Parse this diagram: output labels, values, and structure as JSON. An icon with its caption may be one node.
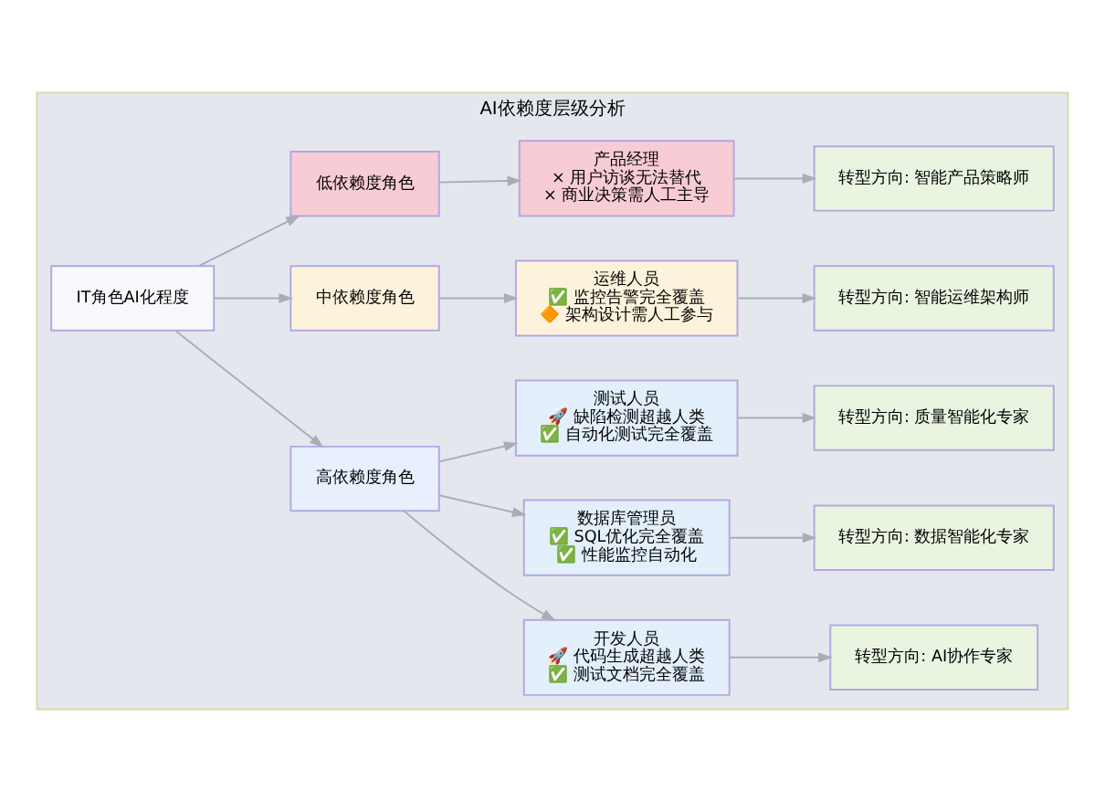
{
  "diagram": {
    "nodes": [
      {
        "text": [
          "AI依赖度层级分析"
        ]
      },
      {
        "text": [
          "IT角色AI化程度"
        ],
        "in": 0
      },
      {
        "text": [
          "高依赖度角色"
        ],
        "in": 0
      },
      {
        "text": [
          "中依赖度角色"
        ],
        "in": 0
      },
      {
        "text": [
          "低依赖度角色"
        ],
        "in": 0
      },
      {
        "text": [
          "开发人员",
          "🚀 代码生成超越人类",
          "✅ 测试文档完全覆盖"
        ],
        "in": 0
      },
      {
        "text": [
          "数据库管理员",
          "✅ SQL优化完全覆盖",
          "✅ 性能监控自动化"
        ],
        "in": 0
      },
      {
        "text": [
          "测试人员",
          "🚀 缺陷检测超越人类",
          "✅ 自动化测试完全覆盖"
        ],
        "in": 0
      },
      {
        "text": [
          "运维人员",
          "✅ 监控告警完全覆盖",
          "🔶 架构设计需人工参与"
        ],
        "in": 0
      },
      {
        "text": [
          "产品经理",
          "× 用户访谈无法替代",
          "× 商业决策需人工主导"
        ],
        "in": 0
      },
      {
        "text": [
          "转型方向: AI协作专家"
        ],
        "in": 0
      },
      {
        "text": [
          "转型方向: 数据智能化专家"
        ],
        "in": 0
      },
      {
        "text": [
          "转型方向: 质量智能化专家"
        ],
        "in": 0
      },
      {
        "text": [
          "转型方向: 智能运维架构师"
        ],
        "in": 0
      },
      {
        "text": [
          "转型方向: 智能产品策略师"
        ],
        "in": 0
      }
    ],
    "edges": [
      {
        "from": 1,
        "to": 2,
        "arrow": "to"
      },
      {
        "from": 1,
        "to": 3,
        "arrow": "to"
      },
      {
        "from": 1,
        "to": 4,
        "arrow": "to"
      },
      {
        "from": 2,
        "to": 5,
        "arrow": "to"
      },
      {
        "from": 2,
        "to": 6,
        "arrow": "to"
      },
      {
        "from": 2,
        "to": 7,
        "arrow": "to"
      },
      {
        "from": 3,
        "to": 8,
        "arrow": "to"
      },
      {
        "from": 4,
        "to": 9,
        "arrow": "to"
      },
      {
        "from": 5,
        "to": 10,
        "arrow": "to"
      },
      {
        "from": 6,
        "to": 11,
        "arrow": "to"
      },
      {
        "from": 7,
        "to": 12,
        "arrow": "to"
      },
      {
        "from": 8,
        "to": 13,
        "arrow": "to"
      },
      {
        "from": 9,
        "to": 14,
        "arrow": "to"
      }
    ]
  }
}
